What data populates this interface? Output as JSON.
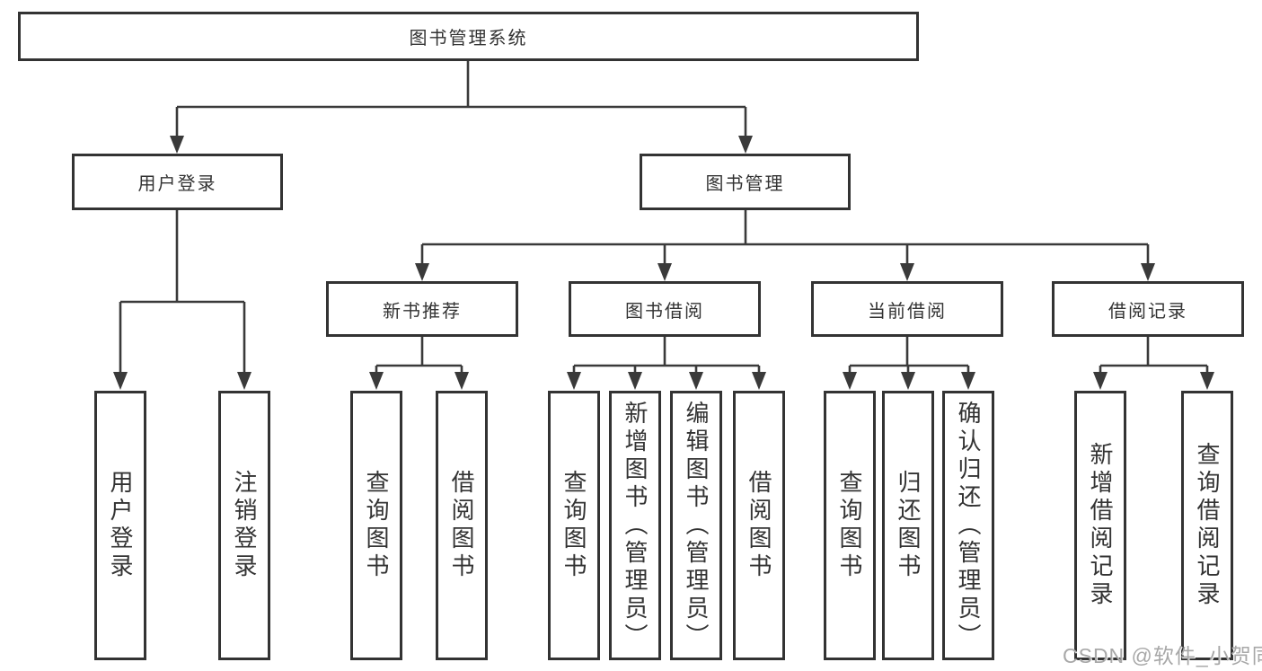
{
  "tree": {
    "label": "图书管理系统",
    "children": [
      {
        "label": "用户登录",
        "children": [
          {
            "label": "用户登录"
          },
          {
            "label": "注销登录"
          }
        ]
      },
      {
        "label": "图书管理",
        "children": [
          {
            "label": "新书推荐",
            "children": [
              {
                "label": "查询图书"
              },
              {
                "label": "借阅图书"
              }
            ]
          },
          {
            "label": "图书借阅",
            "children": [
              {
                "label": "查询图书"
              },
              {
                "label": "新增图书（管理员）"
              },
              {
                "label": "编辑图书（管理员）"
              },
              {
                "label": "借阅图书"
              }
            ]
          },
          {
            "label": "当前借阅",
            "children": [
              {
                "label": "查询图书"
              },
              {
                "label": "归还图书"
              },
              {
                "label": "确认归还（管理员）"
              }
            ]
          },
          {
            "label": "借阅记录",
            "children": [
              {
                "label": "新增借阅记录"
              },
              {
                "label": "查询借阅记录"
              }
            ]
          }
        ]
      }
    ]
  },
  "watermark": {
    "text": "CSDN @软件_小贺同学"
  },
  "colors": {
    "line": "#3a3a3a",
    "box_border": "#333333",
    "text": "#333333",
    "watermark": "#a8a8a8",
    "background": "#ffffff"
  }
}
